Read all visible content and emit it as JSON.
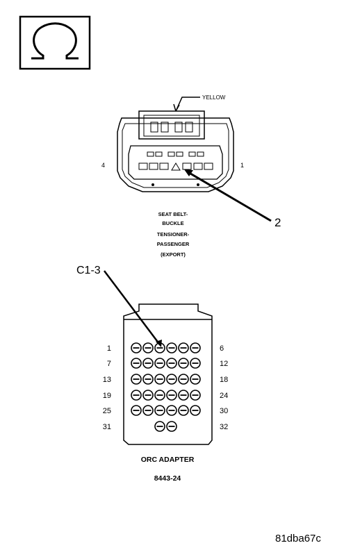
{
  "icon": "ohmmeter-icon",
  "top_connector": {
    "wire_color_label": "YELLOW",
    "pin_left_label": "4",
    "pin_right_label": "1",
    "callout_label": "2",
    "caption_lines": [
      "SEAT BELT-",
      "BUCKLE",
      "TENSIONER-",
      "PASSENGER",
      "(EXPORT)"
    ]
  },
  "probe_label": "C1-3",
  "adapter": {
    "row_left_labels": [
      "1",
      "7",
      "13",
      "19",
      "25",
      "31"
    ],
    "row_right_labels": [
      "6",
      "12",
      "18",
      "24",
      "30",
      "32"
    ],
    "caption_line1": "ORC ADAPTER",
    "caption_line2": "8443-24"
  },
  "figure_id": "81dba67c"
}
